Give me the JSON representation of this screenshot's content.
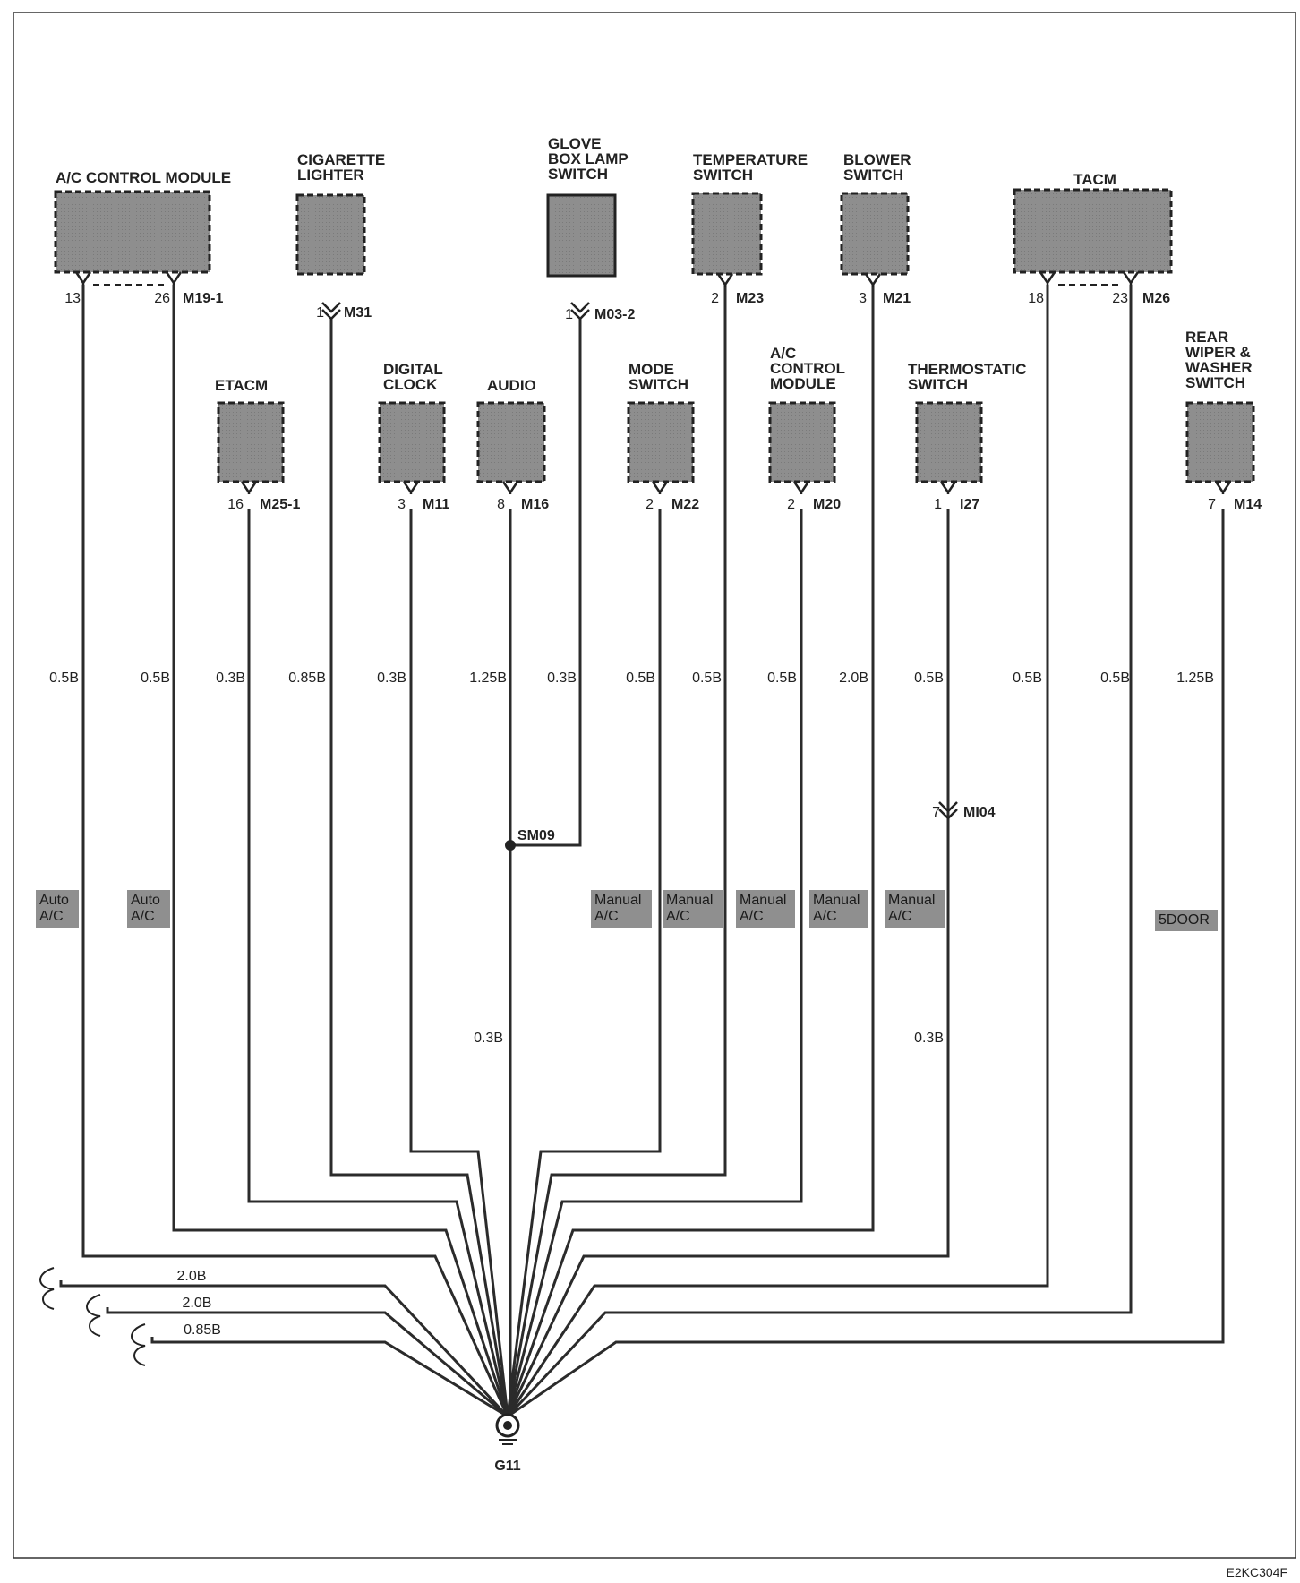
{
  "figure_id": "E2KC304F",
  "ground": {
    "name": "G11"
  },
  "splice": {
    "name": "SM09"
  },
  "components": [
    {
      "id": "ac-control-module-top",
      "lines": [
        "A/C CONTROL MODULE"
      ],
      "pin": "13",
      "pin2": "26",
      "connector": "M19-1",
      "wire": "0.5B",
      "tag": [
        "Auto",
        "A/C"
      ]
    },
    {
      "id": "cigarette-lighter",
      "lines": [
        "CIGARETTE",
        "LIGHTER"
      ],
      "pin": "1",
      "connector": "M31",
      "wire": "0.85B"
    },
    {
      "id": "glove-box-lamp-switch",
      "lines": [
        "GLOVE",
        "BOX LAMP",
        "SWITCH"
      ],
      "pin": "1",
      "connector": "M03-2",
      "wire": "0.3B"
    },
    {
      "id": "temperature-switch",
      "lines": [
        "TEMPERATURE",
        "SWITCH"
      ],
      "pin": "2",
      "connector": "M23",
      "wire": "0.5B",
      "tag": [
        "Manual",
        "A/C"
      ]
    },
    {
      "id": "blower-switch",
      "lines": [
        "BLOWER",
        "SWITCH"
      ],
      "pin": "3",
      "connector": "M21",
      "wire": "2.0B"
    },
    {
      "id": "tacm",
      "lines": [
        "TACM"
      ],
      "pin": "18",
      "pin2": "23",
      "connector": "M26",
      "wire": "0.5B"
    },
    {
      "id": "etacm",
      "lines": [
        "ETACM"
      ],
      "pin": "16",
      "connector": "M25-1",
      "wire": "0.3B"
    },
    {
      "id": "digital-clock",
      "lines": [
        "DIGITAL",
        "CLOCK"
      ],
      "pin": "3",
      "connector": "M11",
      "wire": "0.3B"
    },
    {
      "id": "audio",
      "lines": [
        "AUDIO"
      ],
      "pin": "8",
      "connector": "M16",
      "wire": "1.25B"
    },
    {
      "id": "mode-switch",
      "lines": [
        "MODE",
        "SWITCH"
      ],
      "pin": "2",
      "connector": "M22",
      "wire": "0.5B",
      "tag": [
        "Manual",
        "A/C"
      ]
    },
    {
      "id": "ac-control-module-mid",
      "lines": [
        "A/C",
        "CONTROL",
        "MODULE"
      ],
      "pin": "2",
      "connector": "M20",
      "wire": "0.5B",
      "tag": [
        "Manual",
        "A/C"
      ]
    },
    {
      "id": "thermostatic-switch",
      "lines": [
        "THERMOSTATIC",
        "SWITCH"
      ],
      "pin": "1",
      "connector": "I27",
      "wire": "0.5B",
      "tag": [
        "Manual",
        "A/C"
      ],
      "inline_pin": "7",
      "inline_connector": "MI04",
      "wire_lower": "0.3B"
    },
    {
      "id": "rear-wiper-washer-switch",
      "lines": [
        "REAR",
        "WIPER &",
        "WASHER",
        "SWITCH"
      ],
      "pin": "7",
      "connector": "M14",
      "wire": "1.25B",
      "tag": [
        "5DOOR"
      ]
    }
  ],
  "extra_tags": {
    "auto_ac_2": [
      "Auto",
      "A/C"
    ],
    "manual_ac_5": [
      "Manual",
      "A/C"
    ]
  },
  "extra_wires": {
    "m19_pin26": "0.5B",
    "m26_pin23": "0.5B",
    "audio_lower": "0.3B"
  },
  "left_wires": [
    "2.0B",
    "2.0B",
    "0.85B"
  ]
}
